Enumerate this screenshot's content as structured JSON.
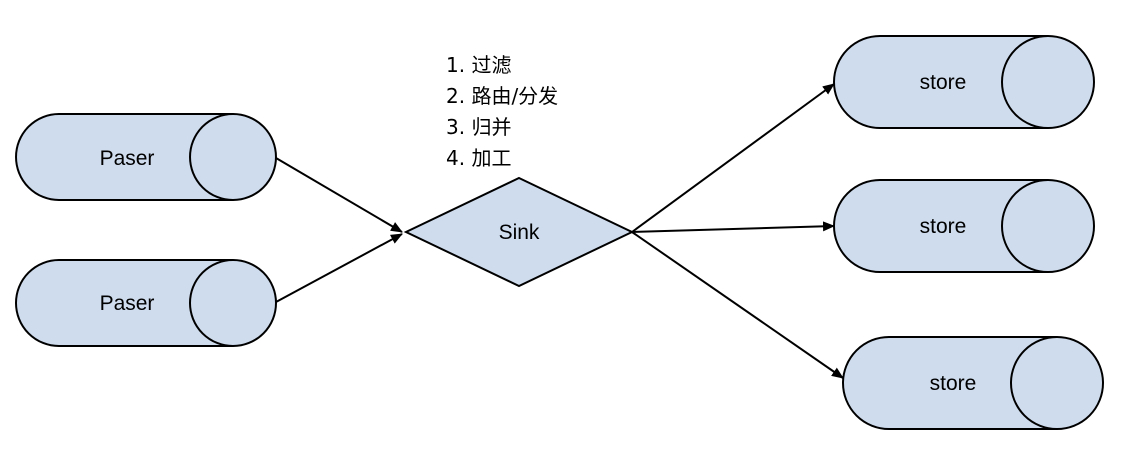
{
  "nodes": {
    "parser_1": "Paser",
    "parser_2": "Paser",
    "sink": "Sink",
    "store_1": "store",
    "store_2": "store",
    "store_3": "store"
  },
  "sink_steps": [
    "1. 过滤",
    "2. 路由/分发",
    "3. 归并",
    "4. 加工"
  ],
  "colors": {
    "node_fill": "#cfdcee",
    "stroke": "#000000"
  }
}
